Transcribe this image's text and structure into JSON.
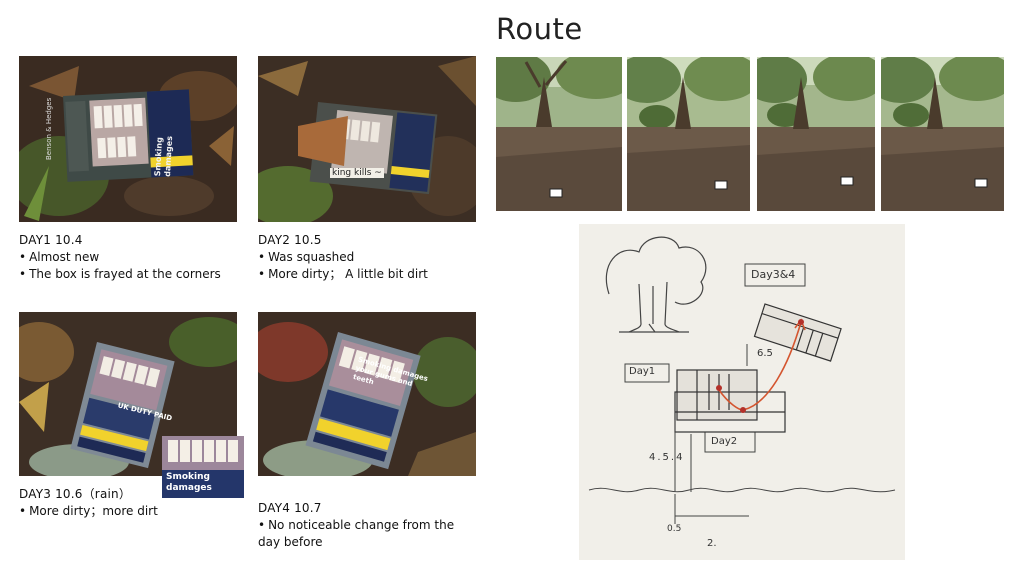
{
  "page": {
    "title": "Route"
  },
  "days": [
    {
      "label": "DAY1 10.4",
      "notes": [
        "Almost new",
        "The box is frayed at the corners"
      ]
    },
    {
      "label": "DAY2 10.5",
      "notes": [
        "Was squashed",
        "More dirty； A little bit dirt"
      ]
    },
    {
      "label": "DAY3 10.6（rain）",
      "notes": [
        "More dirty；more dirt"
      ]
    },
    {
      "label": "DAY4 10.7",
      "notes": [
        "No noticeable change from the day before"
      ]
    }
  ],
  "pack_text": {
    "warning_a": "Smoking damages",
    "warning_b": "your gums and teeth",
    "brand": "Benson & Hedges",
    "duty": "UK DUTY PAID",
    "kills": "king kills ~"
  },
  "sketch": {
    "labels": {
      "day1": "Day1",
      "day2": "Day2",
      "day34": "Day3&4",
      "dist_a": "6.5",
      "dist_b": "4.5.4",
      "dist_c": "0.5",
      "dist_d": "2."
    }
  },
  "colors": {
    "arrow": "#d4552f",
    "warning_yellow": "#f1d22c",
    "soil": "#3b2c22"
  }
}
